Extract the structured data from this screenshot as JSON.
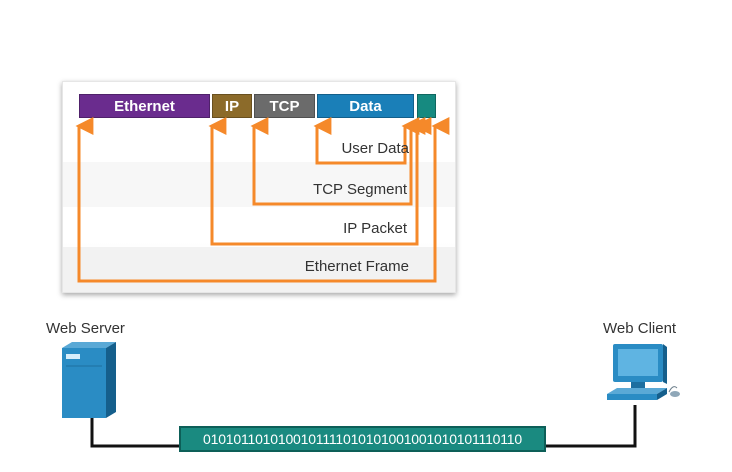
{
  "pdu": {
    "segments": [
      {
        "label": "Ethernet",
        "color": "#6a2c8e"
      },
      {
        "label": "IP",
        "color": "#8c6b2a"
      },
      {
        "label": "TCP",
        "color": "#6b6b6b"
      },
      {
        "label": "Data",
        "color": "#1a7fb8"
      },
      {
        "label": "",
        "color": "#168a80"
      }
    ],
    "layers": [
      "User Data",
      "TCP Segment",
      "IP Packet",
      "Ethernet Frame"
    ]
  },
  "devices": {
    "server": {
      "label": "Web Server",
      "icon": "server-icon"
    },
    "client": {
      "label": "Web Client",
      "icon": "computer-icon"
    }
  },
  "bitstream": "0101011010100101111010101001001010101110110",
  "colors": {
    "arrow": "#f5892a",
    "medium": "#1a8a80",
    "device": "#2a8cc4"
  }
}
